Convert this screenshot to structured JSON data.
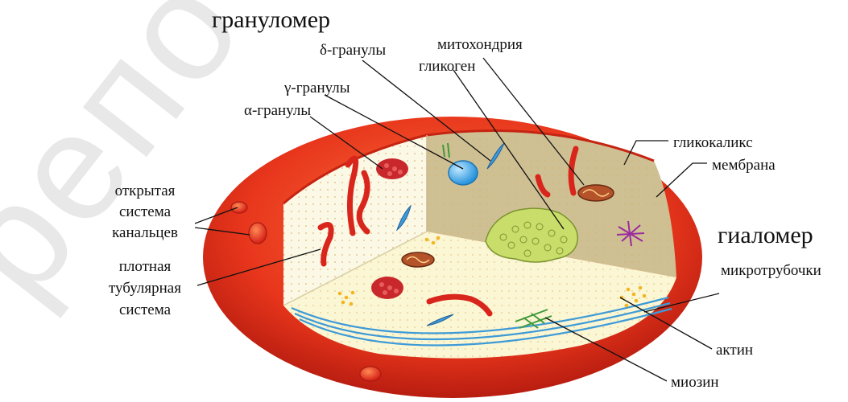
{
  "watermark": "репо",
  "headings": {
    "granulomer": "грануломер",
    "hialomer": "гиаломер"
  },
  "labels": {
    "delta": "δ-гранулы",
    "mito": "митохондрия",
    "glycogen": "гликоген",
    "gamma": "γ-гранулы",
    "alpha": "α-гранулы",
    "glycocalyx": "гликокаликс",
    "membrane": "мембрана",
    "open1": "открытая",
    "open2": "система",
    "open3": "канальцев",
    "dense1": "плотная",
    "dense2": "тубулярная",
    "dense3": "система",
    "microtubules": "микротрубочки",
    "actin": "актин",
    "myosin": "миозин"
  },
  "colors": {
    "membrane_red": "#e8361c",
    "membrane_inner": "#f15a2a",
    "cytoplasm": "#fbf6d8",
    "hyalomer_wall": "#cfc094",
    "microtubule": "#3d9ad8",
    "granule_red": "#c8282c",
    "gamma_blue": "#3aa8e8",
    "glycogen_green": "#c9dd6a"
  }
}
